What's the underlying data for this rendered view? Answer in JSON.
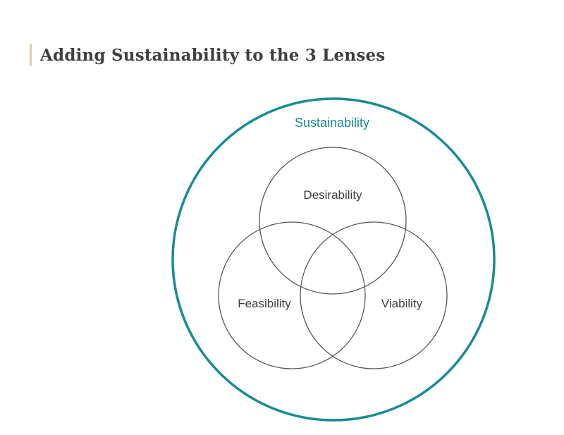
{
  "page": {
    "title": "Adding Sustainability to the 3 Lenses"
  },
  "diagram": {
    "outer": {
      "label": "Sustainability",
      "color": "#1a8c93"
    },
    "circles": [
      {
        "id": "desirability",
        "label": "Desirability"
      },
      {
        "id": "feasibility",
        "label": "Feasibility"
      },
      {
        "id": "viability",
        "label": "Viability"
      }
    ],
    "circle_stroke": "#555555",
    "title_accent": "#e3c9b4"
  }
}
